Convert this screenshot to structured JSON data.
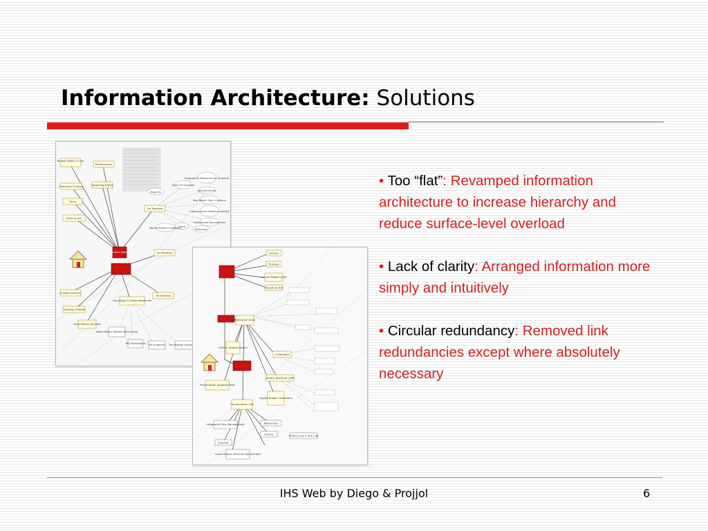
{
  "slide": {
    "title_bold": "Information Architecture:",
    "title_regular": " Solutions",
    "footer": "IHS Web by Diego & Projjol",
    "page_number": "6",
    "accent_color": "#e01b1b"
  },
  "bullets": [
    {
      "marker": "•",
      "lead": "Too “flat”",
      "sep": ":",
      "text": " Revamped information architecture to increase hierarchy and reduce surface-level overload"
    },
    {
      "marker": "•",
      "lead": "Lack of clarity",
      "sep": ":",
      "text": " Arranged information more simply and intuitively"
    },
    {
      "marker": "•",
      "lead": "Circular redundancy",
      "sep": ":",
      "text": " Removed link redundancies except where absolutely necessary"
    }
  ],
  "sitemap_old": {
    "nodes": [
      "Browse Tables & Lists",
      "Performances",
      "Upcoming Events",
      "Directions & Hours",
      "Tours",
      "What to see",
      "About Us",
      "For Teachers",
      "Tours for Students",
      "Programs & Resources for Students",
      "Special Events",
      "Year Books: Day in Indiana",
      "Indiana Junior Historical Society",
      "Professional Development",
      "Forms",
      "Resources",
      "Special Project Guidelines",
      "For Students",
      "For Families",
      "Archives Historic",
      "Indiana Lectures",
      "Traveling Exhibits",
      "Genealogy & Family Resources",
      "Local History Services",
      "Radio History Market Online Store",
      "IHS Publications",
      "IHS Programs",
      "The Hoosier Genealogist"
    ]
  },
  "sitemap_new": {
    "nodes": [
      "Careers",
      "Trustees",
      "Annual Report (pdf)",
      "Donate to IHS",
      "Reference Desk",
      "Collections",
      "Online Catalog Search",
      "Library Brochure (pdf)",
      "Digital Image Collections",
      "Preservation Imaging Dept",
      "Conservation Lab",
      "Integrated Pest Management",
      "Supplies",
      "Workshops",
      "Library",
      "What's new in the Lab",
      "Local History Services Department"
    ]
  }
}
